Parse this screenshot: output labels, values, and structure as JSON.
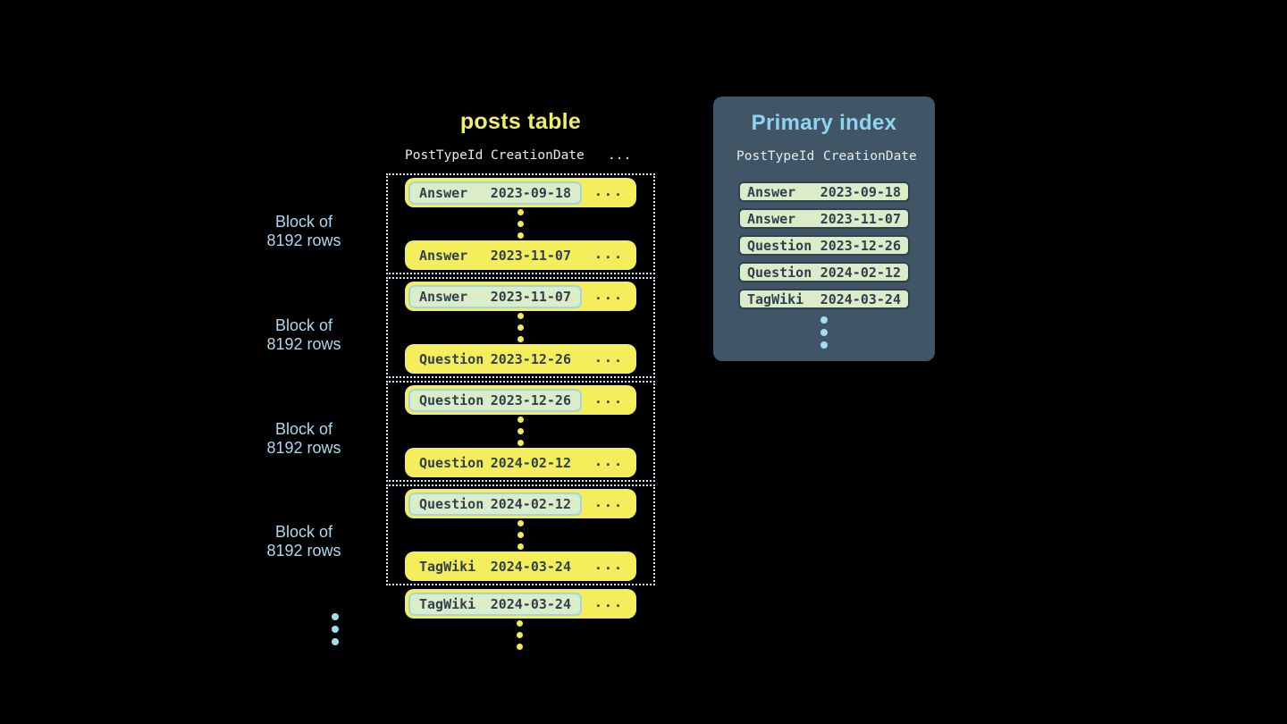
{
  "colors": {
    "background": "#000000",
    "row_yellow": "#f4ee5c",
    "title_yellow": "#f1ee67",
    "highlight_green": "#daedc8",
    "highlight_border_blue": "#9fd6e8",
    "accent_blue": "#a5dcf5",
    "label_blue": "#add9ee",
    "panel_slate": "#405666",
    "panel_title_blue": "#8fd3f2",
    "dark_text": "#2f4050",
    "header_text": "#e9eced",
    "dotted_border": "#cfeaf4"
  },
  "posts_table": {
    "title": "posts table",
    "headers": {
      "post_type_id": "PostTypeId",
      "creation_date": "CreationDate",
      "more": "..."
    },
    "block_label": {
      "line1": "Block of",
      "line2": "8192 rows"
    },
    "row_more": "...",
    "blocks": [
      {
        "first": {
          "type": "Answer",
          "date": "2023-09-18"
        },
        "last": {
          "type": "Answer",
          "date": "2023-11-07"
        }
      },
      {
        "first": {
          "type": "Answer",
          "date": "2023-11-07"
        },
        "last": {
          "type": "Question",
          "date": "2023-12-26"
        }
      },
      {
        "first": {
          "type": "Question",
          "date": "2023-12-26"
        },
        "last": {
          "type": "Question",
          "date": "2024-02-12"
        }
      },
      {
        "first": {
          "type": "Question",
          "date": "2024-02-12"
        },
        "last": {
          "type": "TagWiki",
          "date": "2024-03-24"
        }
      }
    ],
    "overflow_row": {
      "type": "TagWiki",
      "date": "2024-03-24"
    }
  },
  "primary_index": {
    "title": "Primary index",
    "headers": {
      "post_type_id": "PostTypeId",
      "creation_date": "CreationDate"
    },
    "rows": [
      {
        "type": "Answer",
        "date": "2023-09-18"
      },
      {
        "type": "Answer",
        "date": "2023-11-07"
      },
      {
        "type": "Question",
        "date": "2023-12-26"
      },
      {
        "type": "Question",
        "date": "2024-02-12"
      },
      {
        "type": "TagWiki",
        "date": "2024-03-24"
      }
    ]
  }
}
